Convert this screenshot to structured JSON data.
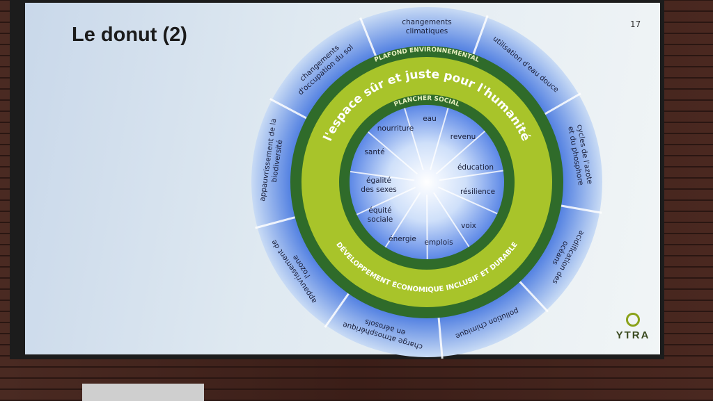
{
  "slide": {
    "title": "Le donut (2)",
    "page_number": "17",
    "logo_text": "YTRA"
  },
  "donut": {
    "ceiling_label": "PLAFOND ENVIRONNEMENTAL",
    "floor_label": "PLANCHER SOCIAL",
    "safe_space_label": "l'espace sûr et juste pour l'humanité",
    "development_label": "DÉVELOPPEMENT ÉCONOMIQUE INCLUSIF ET DURABLE",
    "environmental": [
      {
        "l1": "changements",
        "l2": "climatiques"
      },
      {
        "l1": "utilisation d'eau douce",
        "l2": ""
      },
      {
        "l1": "cycles de l'azote",
        "l2": "et du phosphore"
      },
      {
        "l1": "acidification des",
        "l2": "océans"
      },
      {
        "l1": "pollution chimique",
        "l2": ""
      },
      {
        "l1": "charge atmosphérique",
        "l2": "en aérosols"
      },
      {
        "l1": "appauvrissement de",
        "l2": "l'ozone"
      },
      {
        "l1": "appauvrissement de la",
        "l2": "biodiversité"
      },
      {
        "l1": "changements",
        "l2": "d'occupation du sol"
      }
    ],
    "social": [
      {
        "l1": "eau",
        "l2": ""
      },
      {
        "l1": "revenu",
        "l2": ""
      },
      {
        "l1": "éducation",
        "l2": ""
      },
      {
        "l1": "résilience",
        "l2": ""
      },
      {
        "l1": "voix",
        "l2": ""
      },
      {
        "l1": "emplois",
        "l2": ""
      },
      {
        "l1": "énergie",
        "l2": ""
      },
      {
        "l1": "équité",
        "l2": "sociale"
      },
      {
        "l1": "égalité",
        "l2": "des sexes"
      },
      {
        "l1": "santé",
        "l2": ""
      },
      {
        "l1": "nourriture",
        "l2": ""
      }
    ],
    "colors": {
      "outer_blue": "#4f7fe0",
      "dark_green": "#2f6b2a",
      "light_green": "#a8c42a"
    }
  }
}
